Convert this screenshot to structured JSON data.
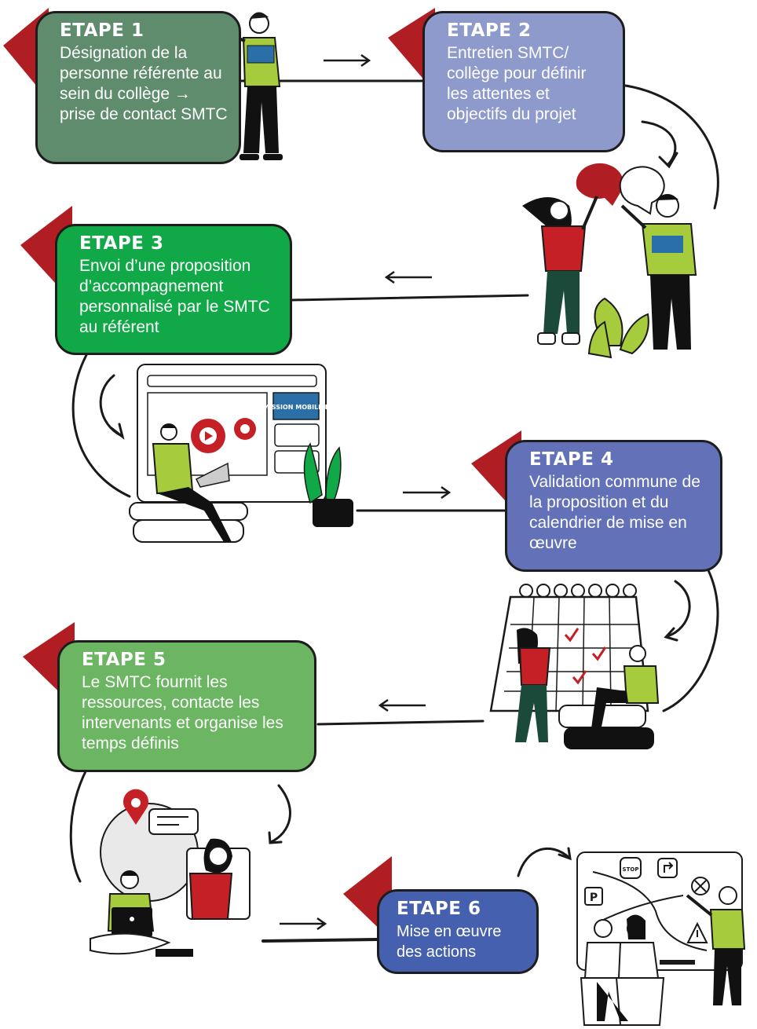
{
  "colors": {
    "flag": "#b01e23",
    "step1": "#5f8c6d",
    "step2": "#8e99cc",
    "step3": "#11a847",
    "step4": "#6271b8",
    "step5": "#6cb562",
    "step6": "#4560ae",
    "shirt_green": "#a6cc3d",
    "shirt_red": "#c42026"
  },
  "steps": [
    {
      "title": "ETAPE 1",
      "text": "Désignation de la personne référente au sein du collège → prise de contact SMTC"
    },
    {
      "title": "ETAPE 2",
      "text": "Entretien SMTC/ collège pour définir les attentes et objectifs du projet"
    },
    {
      "title": "ETAPE 3",
      "text": "Envoi d’une proposition d’accompagnement personnalisé par le SMTC au référent"
    },
    {
      "title": "ETAPE 4",
      "text": "Validation commune de la proposition et du calendrier de mise en œuvre"
    },
    {
      "title": "ETAPE 5",
      "text": "Le SMTC fournit les ressources, contacte les intervenants et organise les temps définis"
    },
    {
      "title": "ETAPE 6",
      "text": "Mise en œuvre des actions"
    }
  ],
  "logo_text": "MISSION MOBILITÉ",
  "sign_text": {
    "stop": "STOP",
    "parking": "P"
  }
}
